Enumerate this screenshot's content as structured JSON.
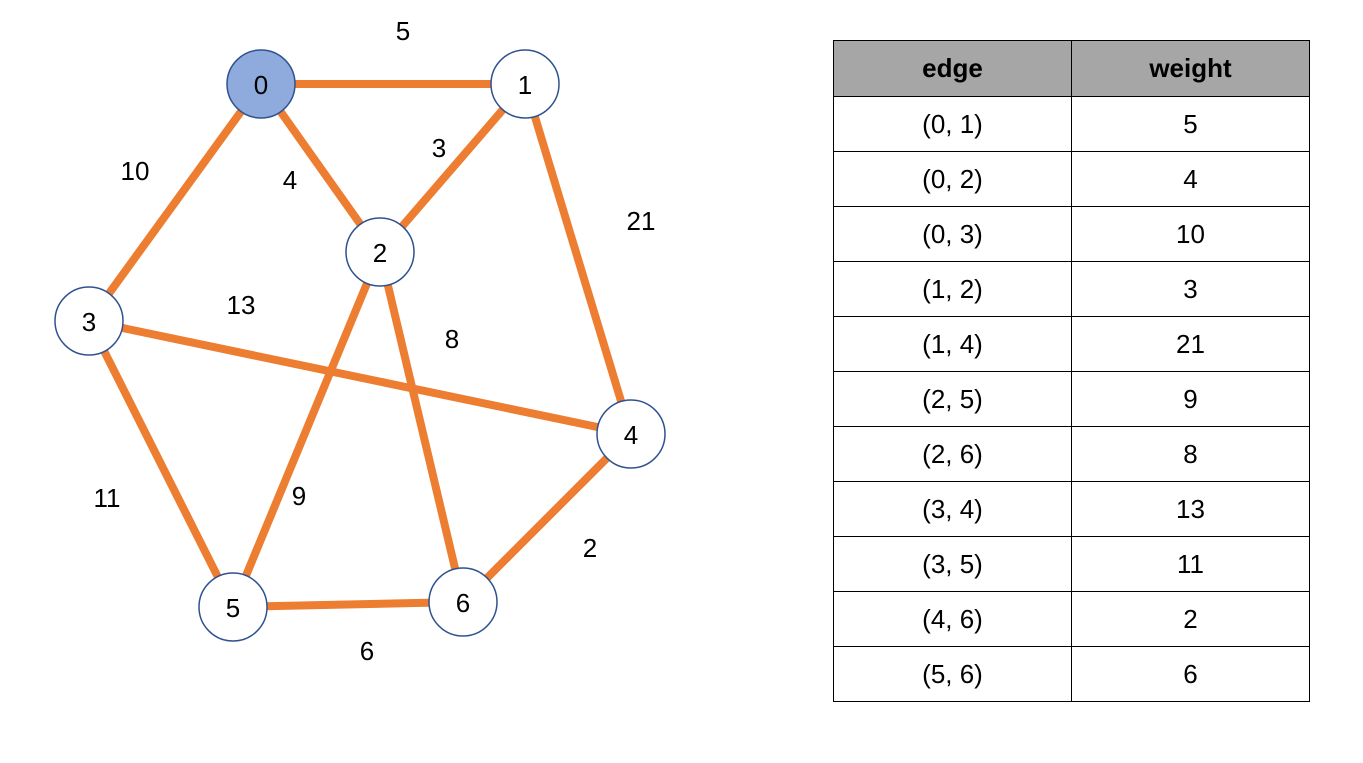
{
  "colors": {
    "edge": "#ed7d31",
    "node_fill": "#ffffff",
    "node_stroke": "#2f528f",
    "highlight_fill": "#8faadc"
  },
  "graph": {
    "highlighted_node": "0",
    "nodes": [
      {
        "id": "0",
        "label": "0"
      },
      {
        "id": "1",
        "label": "1"
      },
      {
        "id": "2",
        "label": "2"
      },
      {
        "id": "3",
        "label": "3"
      },
      {
        "id": "4",
        "label": "4"
      },
      {
        "id": "5",
        "label": "5"
      },
      {
        "id": "6",
        "label": "6"
      }
    ],
    "edges": [
      {
        "from": "0",
        "to": "1",
        "weight": "5"
      },
      {
        "from": "0",
        "to": "2",
        "weight": "4"
      },
      {
        "from": "0",
        "to": "3",
        "weight": "10"
      },
      {
        "from": "1",
        "to": "2",
        "weight": "3"
      },
      {
        "from": "1",
        "to": "4",
        "weight": "21"
      },
      {
        "from": "2",
        "to": "5",
        "weight": "9"
      },
      {
        "from": "2",
        "to": "6",
        "weight": "8"
      },
      {
        "from": "3",
        "to": "4",
        "weight": "13"
      },
      {
        "from": "3",
        "to": "5",
        "weight": "11"
      },
      {
        "from": "4",
        "to": "6",
        "weight": "2"
      },
      {
        "from": "5",
        "to": "6",
        "weight": "6"
      }
    ]
  },
  "table": {
    "headers": [
      "edge",
      "weight"
    ],
    "rows": [
      [
        "(0, 1)",
        "5"
      ],
      [
        "(0, 2)",
        "4"
      ],
      [
        "(0, 3)",
        "10"
      ],
      [
        "(1, 2)",
        "3"
      ],
      [
        "(1, 4)",
        "21"
      ],
      [
        "(2, 5)",
        "9"
      ],
      [
        "(2, 6)",
        "8"
      ],
      [
        "(3, 4)",
        "13"
      ],
      [
        "(3, 5)",
        "11"
      ],
      [
        "(4, 6)",
        "2"
      ],
      [
        "(5, 6)",
        "6"
      ]
    ]
  }
}
